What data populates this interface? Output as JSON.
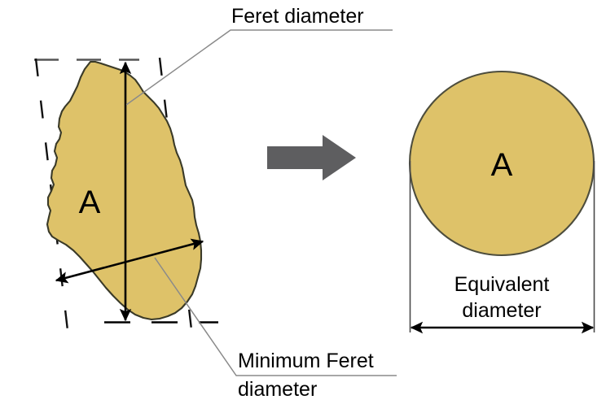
{
  "figure": {
    "title": "Feret diameter and equivalent diameter of an irregular particle",
    "background_color": "#ffffff"
  },
  "colors": {
    "particle_fill": "#dec269",
    "particle_stroke": "#3a3a28",
    "circle_fill": "#dec269",
    "circle_stroke": "#4d4d3d",
    "arrow_gray": "#5e5e60",
    "line_black": "#000000",
    "dash_gray": "#555555",
    "leader_gray": "#8a8a8a",
    "text": "#000000"
  },
  "labels": {
    "feret_diameter": "Feret diameter",
    "minimum_feret_line1": "Minimum Feret",
    "minimum_feret_line2": "diameter",
    "equivalent_line1": "Equivalent",
    "equivalent_line2": "diameter",
    "particle_area": "A",
    "circle_area": "A"
  },
  "left_panel": {
    "name": "irregular-particle-panel",
    "description": "Irregular particle of area A bounded by two parallel tangent lines, with Feret diameter (vertical double arrow) and minimum Feret diameter (oblique double arrow)"
  },
  "right_panel": {
    "name": "equivalent-circle-panel",
    "description": "Circle of the same area A whose diameter is the equivalent diameter"
  },
  "transform_arrow": {
    "name": "transform-arrow",
    "direction": "right",
    "color": "#5e5e60"
  },
  "chart_data": {
    "type": "diagram",
    "title": "Feret diameter vs equivalent diameter",
    "annotations": [
      "Feret diameter",
      "Minimum Feret diameter",
      "Equivalent diameter",
      "A"
    ],
    "elements": [
      {
        "name": "irregular-particle",
        "area_label": "A",
        "fill": "#dec269"
      },
      {
        "name": "feret-arrow",
        "orientation": "vertical",
        "from": [
          154,
          76
        ],
        "to": [
          154,
          395
        ]
      },
      {
        "name": "min-feret-arrow",
        "orientation": "oblique",
        "from": [
          248,
          297
        ],
        "to": [
          68,
          345
        ]
      },
      {
        "name": "equivalent-circle",
        "area_label": "A",
        "fill": "#dec269",
        "center": [
          616,
          201
        ],
        "radius": 113
      },
      {
        "name": "equivalent-diameter-arrow",
        "orientation": "horizontal",
        "from": [
          503,
          403
        ],
        "to": [
          730,
          403
        ]
      }
    ]
  }
}
